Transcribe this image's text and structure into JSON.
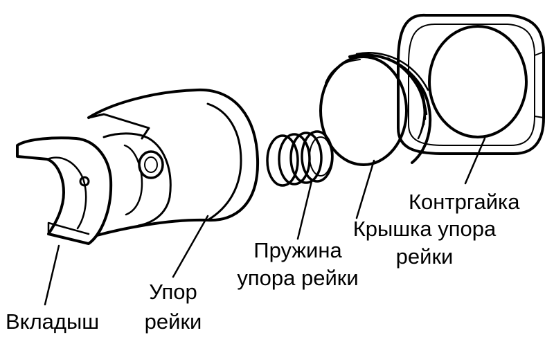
{
  "labels": {
    "insert": "Вкладыш",
    "rack_stop_line1": "Упор",
    "rack_stop_line2": "рейки",
    "spring_line1": "Пружина",
    "spring_line2": "упора рейки",
    "cap_line1": "Крышка упора",
    "cap_line2": "рейки",
    "locknut": "Контргайка"
  },
  "colors": {
    "ink": "#000000",
    "paper": "#ffffff"
  }
}
